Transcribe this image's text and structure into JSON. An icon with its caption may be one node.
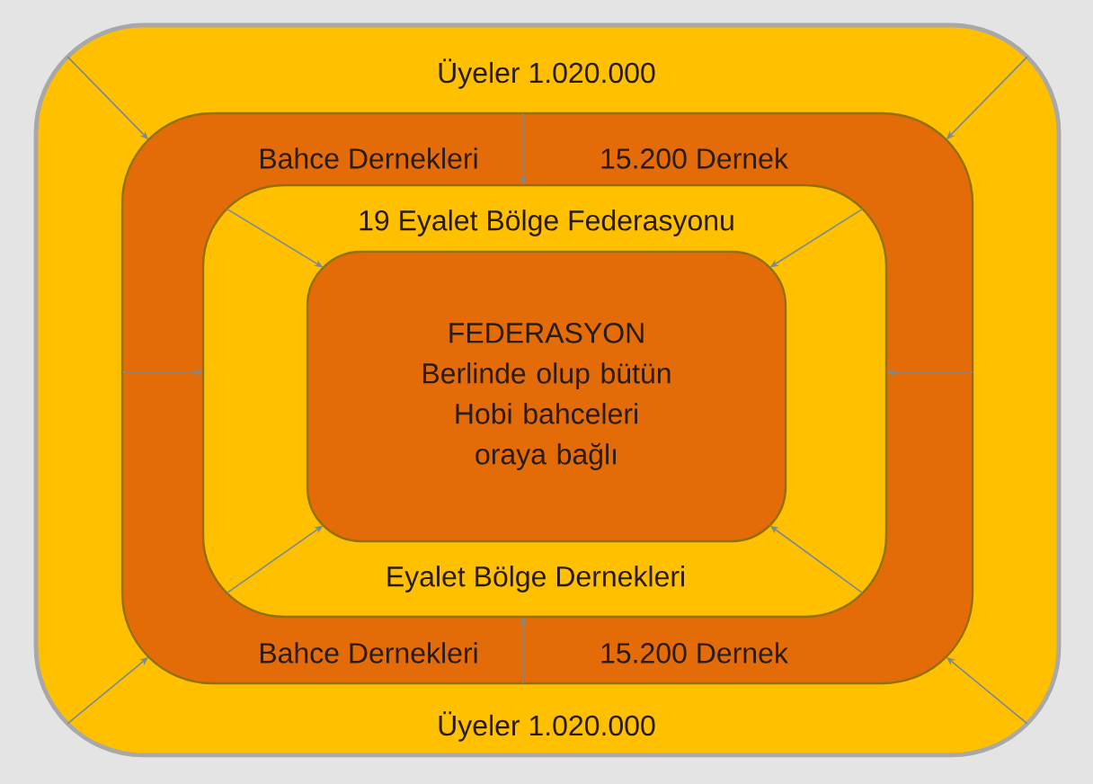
{
  "diagram": {
    "nodes": [
      {
        "text": [
          "Üyeler 1.020.000",
          "Üyeler 1.020.000"
        ]
      },
      {
        "text": [
          "Bahce Dernekleri",
          "15.200 Dernek",
          "Bahce Dernekleri",
          "15.200 Dernek"
        ],
        "in": 0
      },
      {
        "text": [
          "19 Eyalet Bölge Federasyonu",
          "Eyalet Bölge Dernekleri"
        ],
        "in": 1
      },
      {
        "text": [
          "FEDERASYON Berlinde olup bütün Hobi bahceleri oraya bağlı"
        ],
        "in": 2
      }
    ],
    "edges": [
      {
        "from": 0,
        "to": 1,
        "arrow": "to"
      },
      {
        "from": 0,
        "to": 1,
        "arrow": "to"
      },
      {
        "from": 1,
        "to": 2,
        "arrow": "to"
      },
      {
        "from": 2,
        "to": 3,
        "arrow": "to"
      },
      {
        "from": 2,
        "to": 3,
        "arrow": "to"
      },
      {
        "from": 1,
        "to": 2,
        "arrow": "to"
      },
      {
        "from": 1,
        "to": 2,
        "arrow": "to"
      },
      {
        "from": 2,
        "to": 3,
        "arrow": "to"
      },
      {
        "from": 2,
        "to": 3,
        "arrow": "to"
      },
      {
        "from": 1,
        "to": 2,
        "arrow": "to"
      },
      {
        "from": 0,
        "to": 1,
        "arrow": "to"
      },
      {
        "from": 0,
        "to": 1,
        "arrow": "to"
      }
    ]
  }
}
